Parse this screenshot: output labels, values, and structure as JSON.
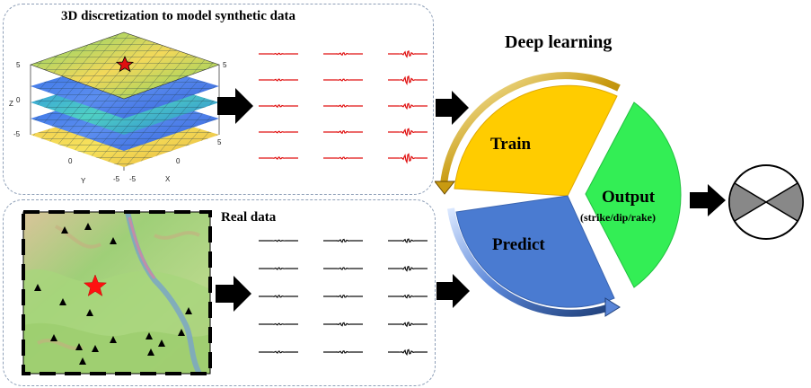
{
  "synthetic_panel": {
    "title": "3D discretization to model synthetic data",
    "axis_labels": {
      "z": "Z",
      "y": "Y",
      "x": "X"
    },
    "z_ticks": [
      "5",
      "0",
      "-5"
    ],
    "y_ticks": [
      "0",
      "-5"
    ],
    "x_ticks": [
      "-5",
      "0",
      "5"
    ],
    "right_tick": "5"
  },
  "real_panel": {
    "title": "Real data"
  },
  "deep_learning": {
    "title": "Deep learning",
    "train_label": "Train",
    "predict_label": "Predict",
    "output_label": "Output",
    "output_sub": "(strike/dip/rake)"
  },
  "colors": {
    "train": "#ffcc00",
    "predict": "#4a7bd1",
    "output": "#33ee55",
    "synthetic_trace": "#e01010",
    "real_trace": "#111111",
    "arrow": "#000000"
  }
}
